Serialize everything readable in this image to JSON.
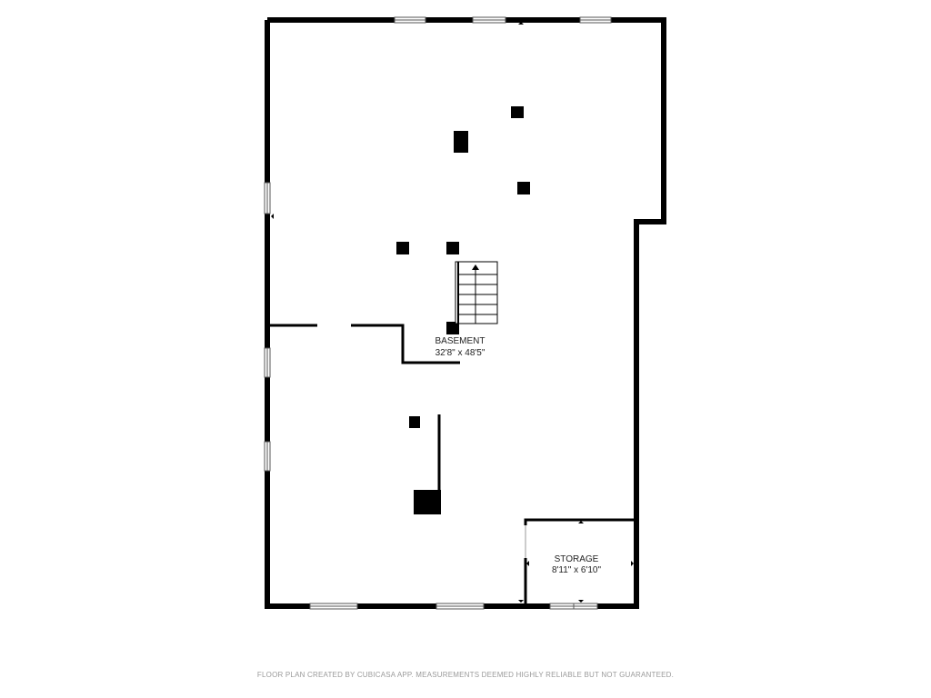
{
  "rooms": {
    "basement": {
      "name": "BASEMENT",
      "dimensions": "32'8\" x 48'5\""
    },
    "storage": {
      "name": "STORAGE",
      "dimensions": "8'11\" x 6'10\""
    }
  },
  "footer": {
    "disclaimer": "FLOOR PLAN CREATED BY CUBICASA APP. MEASUREMENTS DEEMED HIGHLY RELIABLE BUT NOT GUARANTEED."
  },
  "colors": {
    "wall": "#000000",
    "window_frame": "#555555",
    "background": "#ffffff",
    "footer_text": "#9a9a9a"
  }
}
